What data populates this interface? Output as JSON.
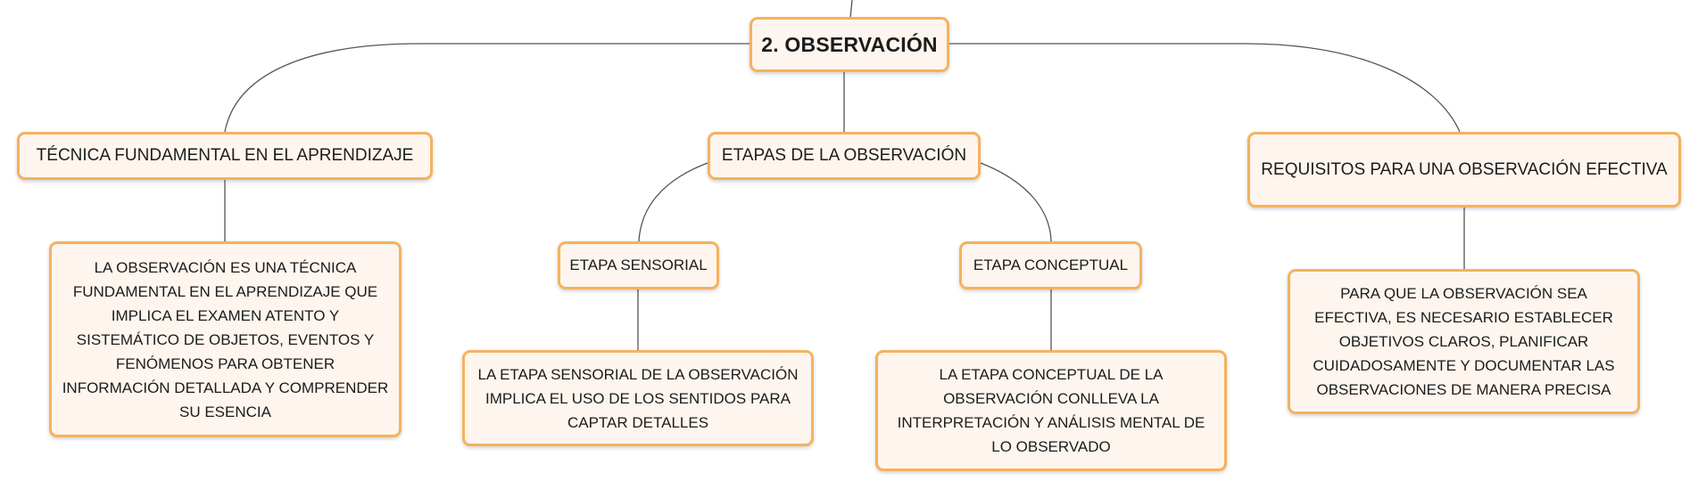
{
  "colors": {
    "node_border": "#f5b25e",
    "node_fill": "#fdf5ee",
    "connector": "#555555",
    "text": "#1c1c1c"
  },
  "root": {
    "label": "2. OBSERVACIÓN"
  },
  "topics": [
    {
      "label": "TÉCNICA FUNDAMENTAL EN EL APRENDIZAJE",
      "detail": "LA OBSERVACIÓN ES UNA TÉCNICA FUNDAMENTAL EN EL APRENDIZAJE QUE IMPLICA EL EXAMEN ATENTO Y SISTEMÁTICO DE OBJETOS, EVENTOS Y FENÓMENOS PARA OBTENER INFORMACIÓN DETALLADA Y COMPRENDER SU ESENCIA"
    },
    {
      "label": "ETAPAS DE LA OBSERVACIÓN",
      "stages": [
        {
          "label": "ETAPA SENSORIAL",
          "detail": "LA ETAPA SENSORIAL DE LA OBSERVACIÓN IMPLICA EL USO DE LOS SENTIDOS PARA CAPTAR DETALLES"
        },
        {
          "label": "ETAPA CONCEPTUAL",
          "detail": "LA ETAPA CONCEPTUAL DE LA OBSERVACIÓN CONLLEVA LA INTERPRETACIÓN Y ANÁLISIS MENTAL DE LO OBSERVADO"
        }
      ]
    },
    {
      "label": "REQUISITOS PARA UNA OBSERVACIÓN EFECTIVA",
      "detail": "PARA QUE LA OBSERVACIÓN SEA EFECTIVA, ES NECESARIO ESTABLECER OBJETIVOS CLAROS, PLANIFICAR CUIDADOSAMENTE Y DOCUMENTAR LAS OBSERVACIONES DE MANERA PRECISA"
    }
  ]
}
